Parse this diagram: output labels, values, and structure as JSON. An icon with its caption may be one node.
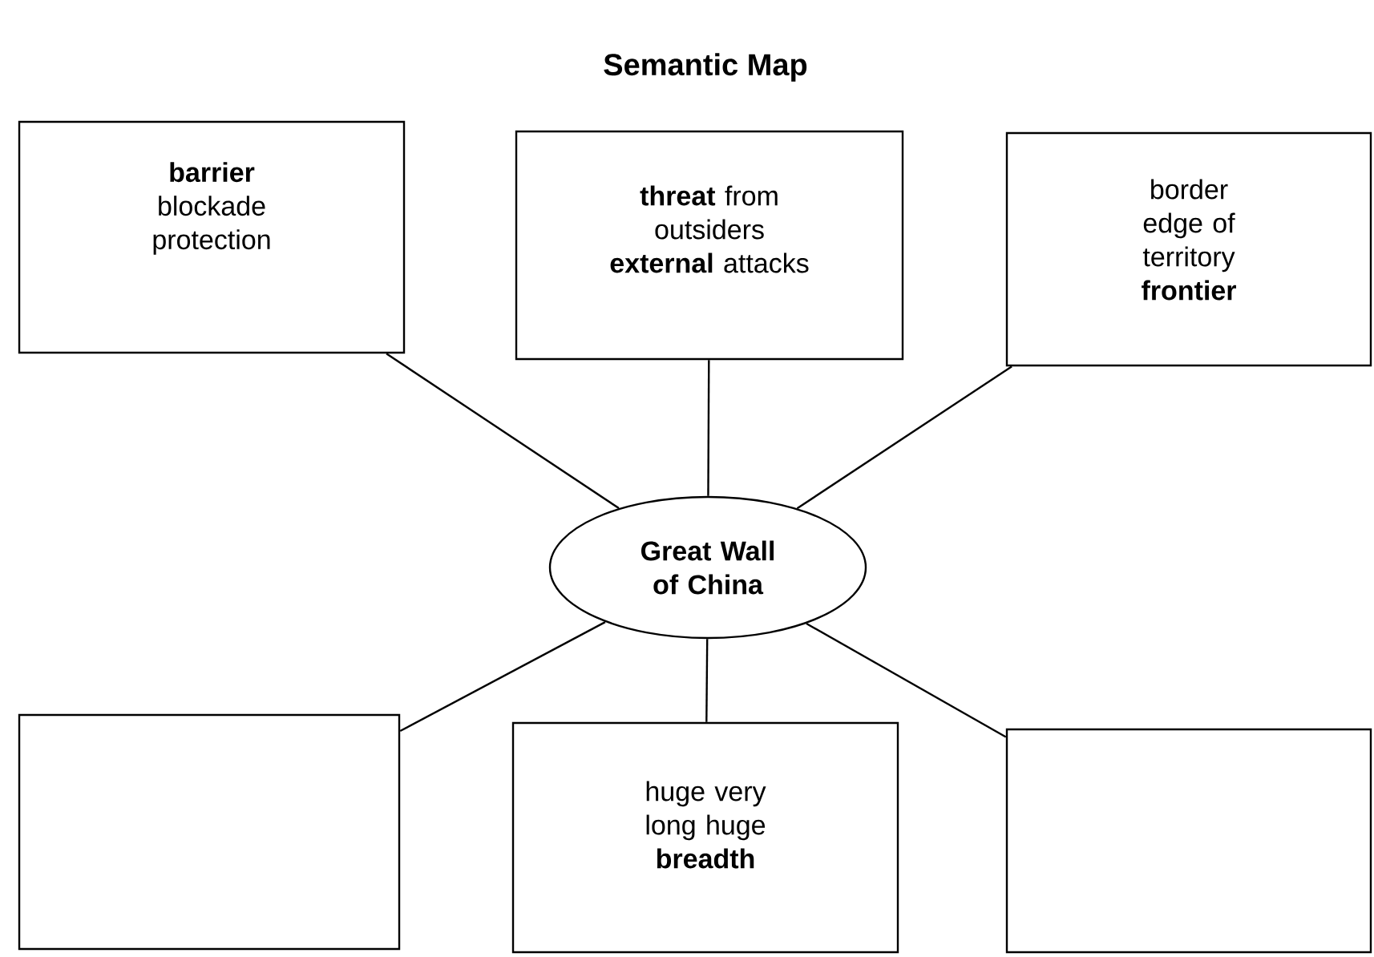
{
  "diagram": {
    "title": "Semantic Map",
    "nodes": [
      {
        "text": [
          "**barrier** blockade protection"
        ]
      },
      {
        "text": [
          "**threat** from outsiders **external** attacks"
        ]
      },
      {
        "text": [
          "border edge of territory **frontier**"
        ]
      },
      {
        "text": [
          "Great Wall of China"
        ]
      },
      {
        "text": [],
        "shape": "box"
      },
      {
        "text": [
          "huge very long huge **breadth**"
        ]
      },
      {
        "text": [],
        "shape": "box"
      }
    ],
    "edges": [
      {
        "from": 3,
        "to": 0,
        "arrow": "none"
      },
      {
        "from": 3,
        "to": 1,
        "arrow": "none"
      },
      {
        "from": 3,
        "to": 2,
        "arrow": "none"
      },
      {
        "from": 3,
        "to": 4,
        "arrow": "none"
      },
      {
        "from": 3,
        "to": 5,
        "arrow": "none"
      },
      {
        "from": 3,
        "to": 6,
        "arrow": "none"
      }
    ]
  }
}
